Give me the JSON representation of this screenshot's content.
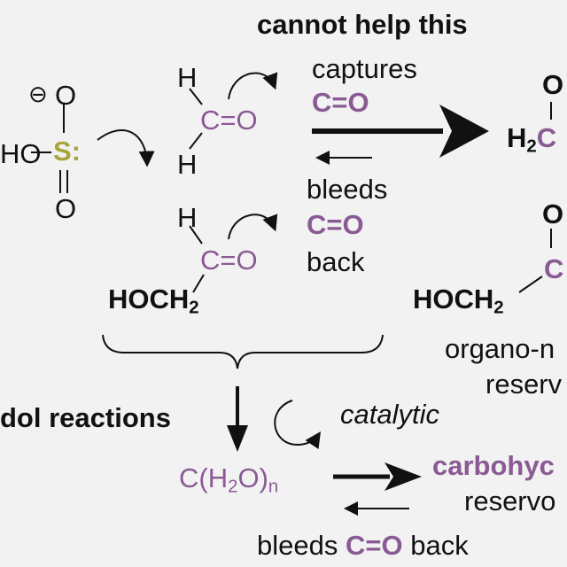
{
  "heading": "cannot help this",
  "sulfite": {
    "charge": "⊖",
    "o_top": "O",
    "ho": "HO",
    "s": "S:",
    "o_bottom": "O"
  },
  "formaldehyde": {
    "h_top": "H",
    "carbonyl": "C=O",
    "h_bottom": "H"
  },
  "glycolaldehyde": {
    "h_top": "H",
    "carbonyl": "C=O",
    "hoch": "HOCH",
    "sub": "2"
  },
  "equilibrium": {
    "captures": "captures",
    "captures_co": "C=O",
    "bleeds": "bleeds",
    "bleeds_co": "C=O",
    "back": "back"
  },
  "products": {
    "o_top": "O",
    "h2c": "H",
    "h2c_sub": "2",
    "h2c_c": "C",
    "o_mid": "O",
    "hoch": "HOCH",
    "hoch_sub": "2",
    "c_mid": "C",
    "reservoir_line1": "organo-n",
    "reservoir_line2": "reserv"
  },
  "aldol": {
    "label": "dol reactions",
    "catalytic": "catalytic"
  },
  "carbohydrate": {
    "formula_main": "C(H",
    "formula_sub": "2",
    "formula_tail": "O)",
    "formula_n": "n",
    "product": "carbohyc",
    "reservoir": "reservo",
    "bleeds_prefix": "bleeds",
    "bleeds_co": "C=O",
    "bleeds_suffix": "back"
  },
  "colors": {
    "purple": "#8a5a94",
    "olive": "#a8a63a",
    "ink": "#111111",
    "background": "#f2f2f2"
  }
}
